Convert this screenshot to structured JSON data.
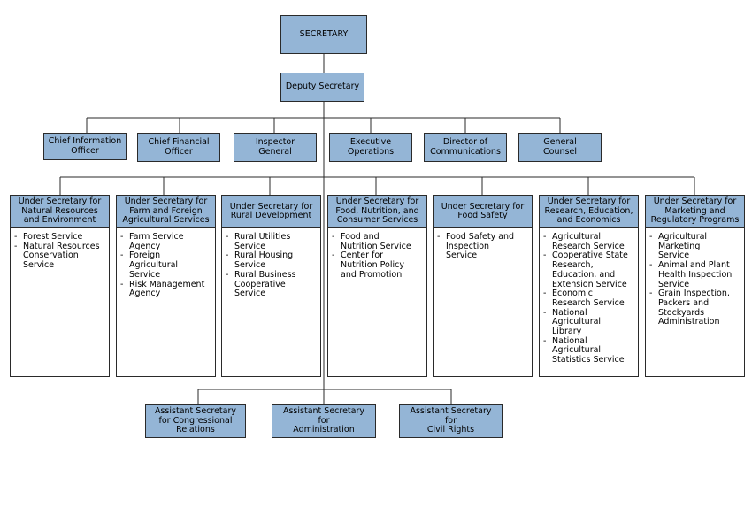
{
  "secretary": "SECRETARY",
  "deputy": "Deputy Secretary",
  "staff_offices": [
    "Chief Information\nOfficer",
    "Chief Financial\nOfficer",
    "Inspector\nGeneral",
    "Executive\nOperations",
    "Director of\nCommunications",
    "General\nCounsel"
  ],
  "under_secretaries": [
    {
      "title": "Under Secretary for\nNatural Resources\nand Environment",
      "agencies": [
        "Forest Service",
        "Natural Resources\nConservation\nService"
      ]
    },
    {
      "title": "Under Secretary for\nFarm and Foreign\nAgricultural Services",
      "agencies": [
        "Farm Service\nAgency",
        "Foreign\nAgricultural\nService",
        "Risk Management\nAgency"
      ]
    },
    {
      "title": "Under Secretary for\nRural Development",
      "agencies": [
        "Rural Utilities\nService",
        "Rural Housing\nService",
        "Rural Business\nCooperative\nService"
      ]
    },
    {
      "title": "Under Secretary for\nFood, Nutrition, and\nConsumer Services",
      "agencies": [
        "Food and\nNutrition Service",
        "Center for\nNutrition Policy\nand Promotion"
      ]
    },
    {
      "title": "Under Secretary for\nFood Safety",
      "agencies": [
        "Food Safety and\nInspection\nService"
      ]
    },
    {
      "title": "Under Secretary for\nResearch, Education,\nand Economics",
      "agencies": [
        "Agricultural\nResearch Service",
        "Cooperative State\nResearch,\nEducation, and\nExtension Service",
        "Economic\nResearch Service",
        " National\nAgricultural\nLibrary",
        "National\nAgricultural\nStatistics Service"
      ]
    },
    {
      "title": "Under Secretary for\nMarketing and\nRegulatory Programs",
      "agencies": [
        "Agricultural\nMarketing\nService",
        "Animal and Plant\nHealth Inspection\nService",
        "Grain Inspection,\nPackers and\nStockyards\nAdministration"
      ]
    }
  ],
  "assistant_secretaries": [
    "Assistant Secretary\nfor Congressional\nRelations",
    "Assistant Secretary\nfor\nAdministration",
    "Assistant Secretary\nfor\nCivil Rights"
  ]
}
